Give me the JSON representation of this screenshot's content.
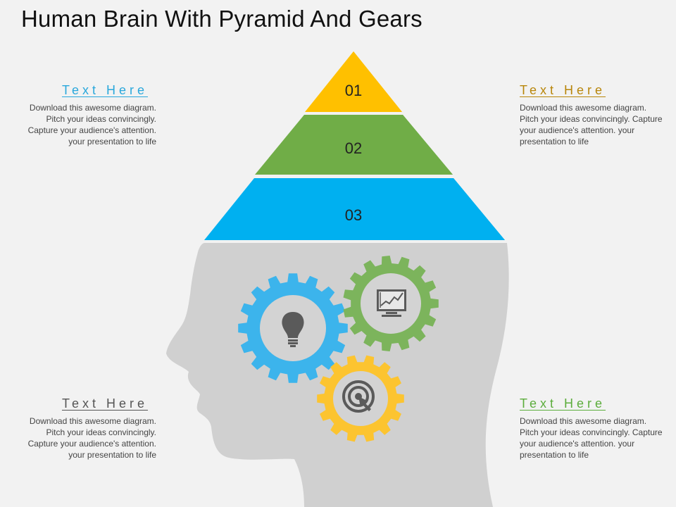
{
  "title": "Human Brain With Pyramid And Gears",
  "pyramid": {
    "levels": [
      {
        "label": "01",
        "color": "#ffc000"
      },
      {
        "label": "02",
        "color": "#70ad47"
      },
      {
        "label": "03",
        "color": "#00b0f0"
      }
    ]
  },
  "text_blocks": {
    "top_left": {
      "heading": "Text Here",
      "body": "Download this awesome diagram. Pitch your ideas convincingly. Capture your audience's attention. your presentation to life",
      "color": "#2aa8dc"
    },
    "top_right": {
      "heading": "Text Here",
      "body": "Download this awesome diagram. Pitch your ideas convincingly. Capture your audience's attention. your presentation to life",
      "color": "#b8860b"
    },
    "bottom_left": {
      "heading": "Text Here",
      "body": "Download this awesome diagram. Pitch your ideas convincingly. Capture your audience's attention. your presentation to life",
      "color": "#555555"
    },
    "bottom_right": {
      "heading": "Text Here",
      "body": "Download this awesome diagram. Pitch your ideas convincingly. Capture your audience's attention. your presentation to life",
      "color": "#5cad3c"
    }
  },
  "gears": [
    {
      "name": "lightbulb",
      "color": "#3cb4ec",
      "icon": "lightbulb-icon"
    },
    {
      "name": "chart",
      "color": "#7cb45c",
      "icon": "chart-monitor-icon"
    },
    {
      "name": "target",
      "color": "#fcc430",
      "icon": "target-icon"
    }
  ],
  "head_color": "#d0d0d0"
}
